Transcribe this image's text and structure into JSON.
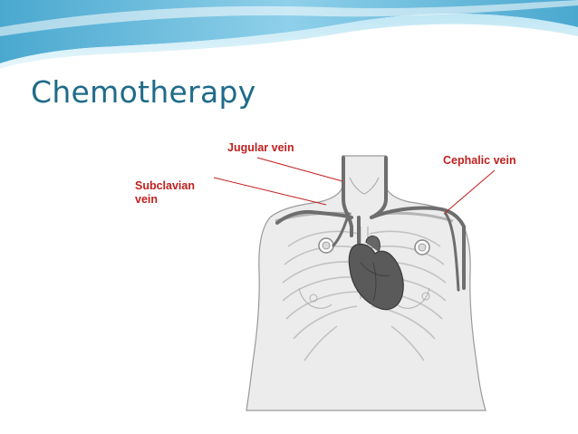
{
  "slide": {
    "title": "Chemotherapy"
  },
  "diagram": {
    "labels": {
      "jugular": "Jugular vein",
      "cephalic": "Cephalic vein",
      "subclavian_line1": "Subclavian",
      "subclavian_line2": "vein"
    }
  },
  "colors": {
    "title": "#1f6b8a",
    "label": "#c0201e",
    "leader_line": "#c0201e",
    "vein": "#6e6e6e",
    "heart": "#555555",
    "body_fill": "#ececec",
    "outline": "#9a9a9a",
    "header_wave": "#5fb6d8"
  }
}
